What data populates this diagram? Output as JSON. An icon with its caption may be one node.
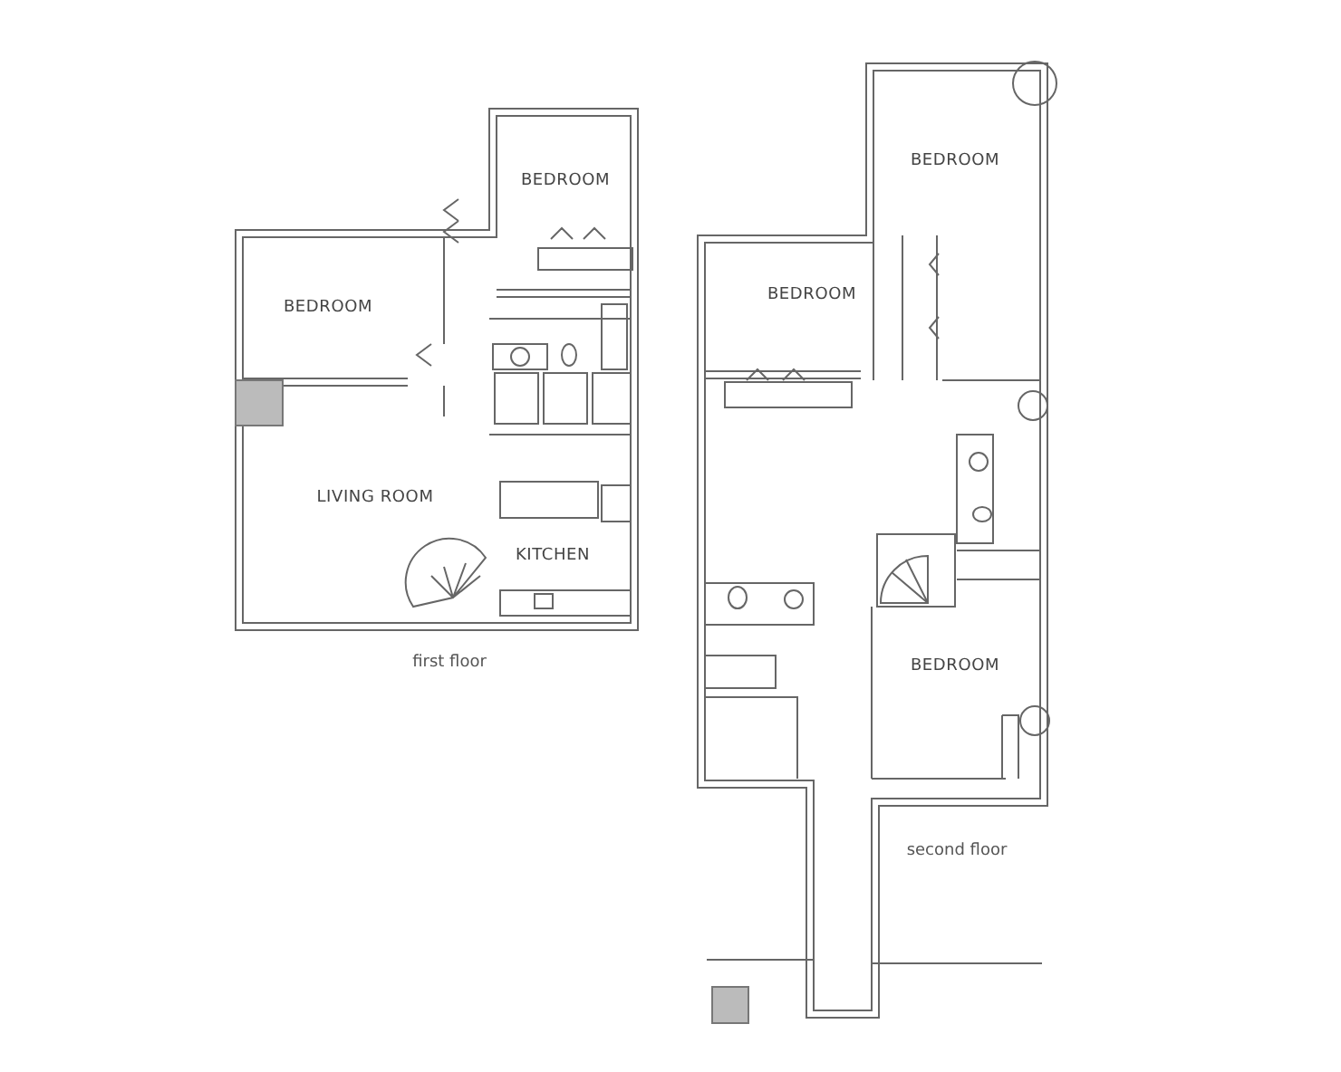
{
  "diagram": {
    "nodes": [
      {
        "text": [
          "BEDROOM"
        ]
      },
      {
        "text": [
          "BEDROOM"
        ]
      },
      {
        "text": [
          "LIVING ROOM"
        ]
      },
      {
        "text": [
          "KITCHEN"
        ]
      },
      {
        "text": [
          "BEDROOM"
        ]
      },
      {
        "text": [
          "BEDROOM"
        ]
      },
      {
        "text": [
          "BEDROOM"
        ]
      }
    ],
    "edges": [],
    "labels": [
      "first floor",
      "second floor"
    ]
  }
}
